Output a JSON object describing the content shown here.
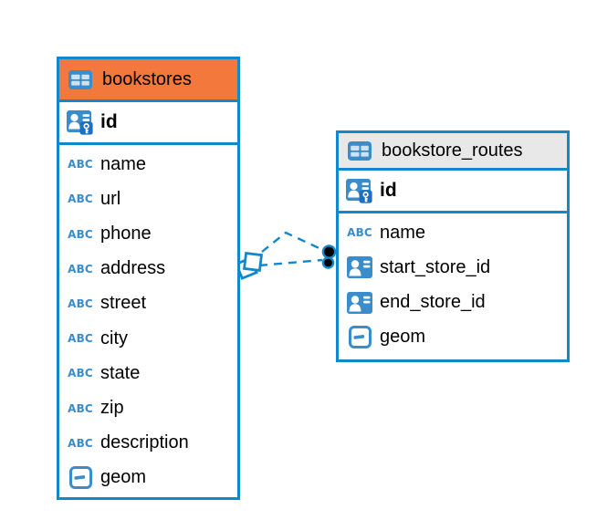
{
  "glyphs": {
    "text_type": "ABC"
  },
  "colors": {
    "accent_blue": "#1287C9",
    "icon_blue": "#3A8CCB",
    "key_badge_blue": "#1D6FC2",
    "bookstores_header_orange": "#F2793B",
    "routes_header_gray": "#E8E8E8",
    "canvas_bg": "#FFFFFF",
    "text_black": "#000000"
  },
  "tables": [
    {
      "name": "bookstores",
      "primary_key": {
        "name": "id",
        "icon": "user-key-icon"
      },
      "columns": [
        {
          "name": "name",
          "icon": "text-type"
        },
        {
          "name": "url",
          "icon": "text-type"
        },
        {
          "name": "phone",
          "icon": "text-type"
        },
        {
          "name": "address",
          "icon": "text-type"
        },
        {
          "name": "street",
          "icon": "text-type"
        },
        {
          "name": "city",
          "icon": "text-type"
        },
        {
          "name": "state",
          "icon": "text-type"
        },
        {
          "name": "zip",
          "icon": "text-type"
        },
        {
          "name": "description",
          "icon": "text-type"
        },
        {
          "name": "geom",
          "icon": "geometry-type"
        }
      ]
    },
    {
      "name": "bookstore_routes",
      "primary_key": {
        "name": "id",
        "icon": "user-key-icon"
      },
      "columns": [
        {
          "name": "name",
          "icon": "text-type"
        },
        {
          "name": "start_store_id",
          "icon": "reference-type"
        },
        {
          "name": "end_store_id",
          "icon": "reference-type"
        },
        {
          "name": "geom",
          "icon": "geometry-type"
        }
      ]
    }
  ],
  "relationship": {
    "between": [
      "bookstores",
      "bookstore_routes"
    ],
    "line_count": 2,
    "line_style": "dashed"
  }
}
